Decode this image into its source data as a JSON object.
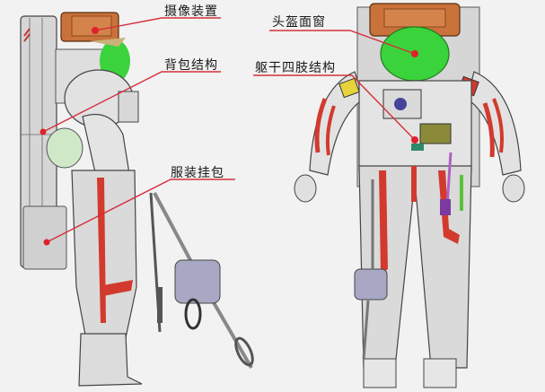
{
  "diagram": {
    "subject": "spacesuit structure",
    "views": [
      "side-view",
      "front-view"
    ],
    "colors": {
      "background": "#f2f2f2",
      "suit": "#dcdcdc",
      "outline": "#333333",
      "stripe_red": "#d23a2e",
      "helmet_green": "#3bd33b",
      "camera_orange": "#c9733a",
      "leader_line": "#d4303a",
      "backpack": "#d6d6d6",
      "hardware": "#a9a8c4"
    },
    "callouts": [
      {
        "id": "camera",
        "label": "摄像装置",
        "view": "side-view"
      },
      {
        "id": "backpack",
        "label": "背包结构",
        "view": "side-view"
      },
      {
        "id": "suit-bag",
        "label": "服装挂包",
        "view": "side-view"
      },
      {
        "id": "helmet-visor",
        "label": "头盔面窗",
        "view": "front-view"
      },
      {
        "id": "torso-limbs",
        "label": "躯干四肢结构",
        "view": "front-view"
      }
    ]
  }
}
